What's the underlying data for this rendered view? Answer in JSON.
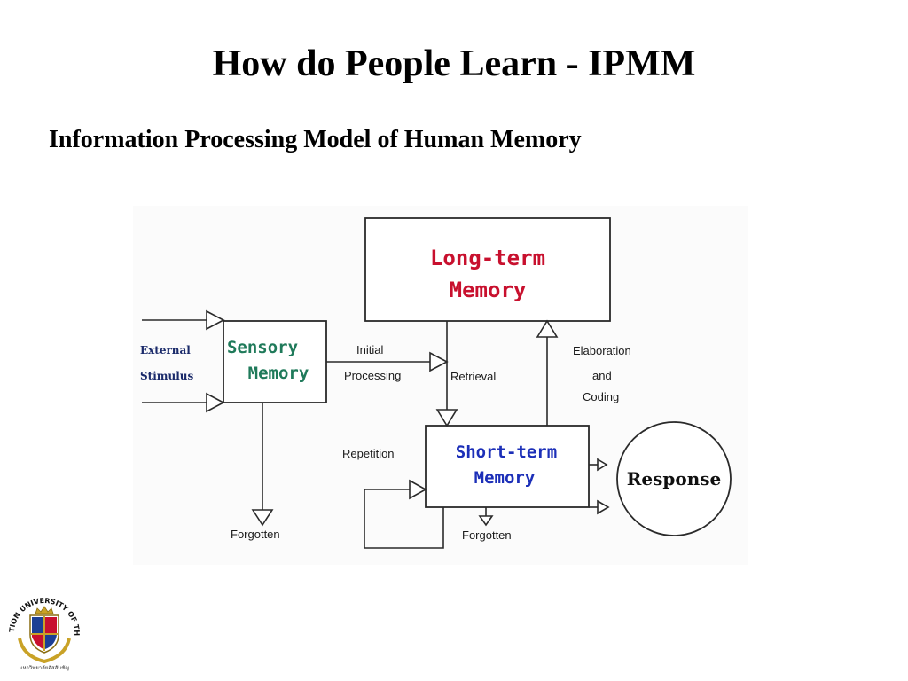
{
  "slide": {
    "title": "How do People Learn - IPMM",
    "subtitle": "Information Processing Model of Human Memory"
  },
  "diagram": {
    "long_term": {
      "line1": "Long-term",
      "line2": "Memory"
    },
    "sensory": {
      "line1": "Sensory",
      "line2": "Memory"
    },
    "short_term": {
      "line1": "Short-term",
      "line2": "Memory"
    },
    "response": "Response",
    "external": {
      "line1": "External",
      "line2": "Stimulus"
    },
    "labels": {
      "initial": "Initial",
      "processing": "Processing",
      "retrieval": "Retrieval",
      "elaboration": "Elaboration",
      "and": "and",
      "coding": "Coding",
      "repetition": "Repetition",
      "forgotten_sensory": "Forgotten",
      "forgotten_short": "Forgotten"
    }
  },
  "logo": {
    "ring_text": "ASSUMPTION UNIVERSITY OF THAILAND",
    "bottom_text": "มหาวิทยาลัยอัสสัมชัญ",
    "colors": {
      "gold": "#c9a227",
      "red": "#c8102e",
      "blue": "#1c3f94"
    }
  }
}
